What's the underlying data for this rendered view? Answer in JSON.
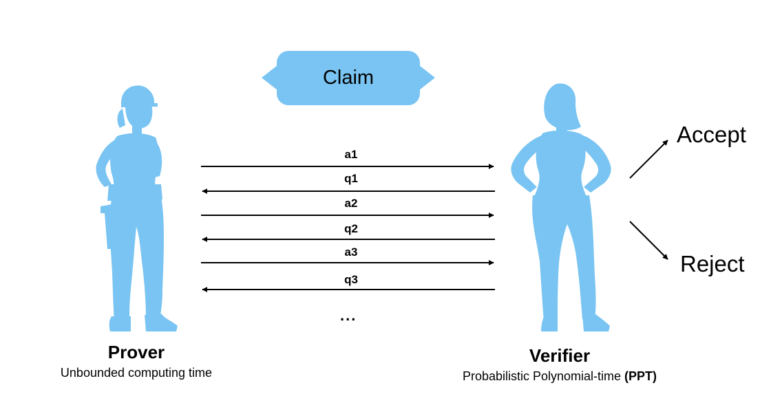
{
  "claim": {
    "label": "Claim"
  },
  "messages": [
    {
      "label": "a1",
      "direction": "to-verifier"
    },
    {
      "label": "q1",
      "direction": "to-prover"
    },
    {
      "label": "a2",
      "direction": "to-verifier"
    },
    {
      "label": "q2",
      "direction": "to-prover"
    },
    {
      "label": "a3",
      "direction": "to-verifier"
    },
    {
      "label": "q3",
      "direction": "to-prover"
    }
  ],
  "ellipsis": "...",
  "prover": {
    "name": "Prover",
    "description": "Unbounded computing time",
    "icon": "prover-silhouette-icon"
  },
  "verifier": {
    "name": "Verifier",
    "description_prefix": "Probabilistic Polynomial-time ",
    "description_bold": "(PPT)",
    "icon": "verifier-silhouette-icon"
  },
  "outcomes": {
    "accept": "Accept",
    "reject": "Reject"
  },
  "colors": {
    "silhouette": "#79C4F2",
    "claim_box": "#79C4F2",
    "arrow": "#000000"
  }
}
